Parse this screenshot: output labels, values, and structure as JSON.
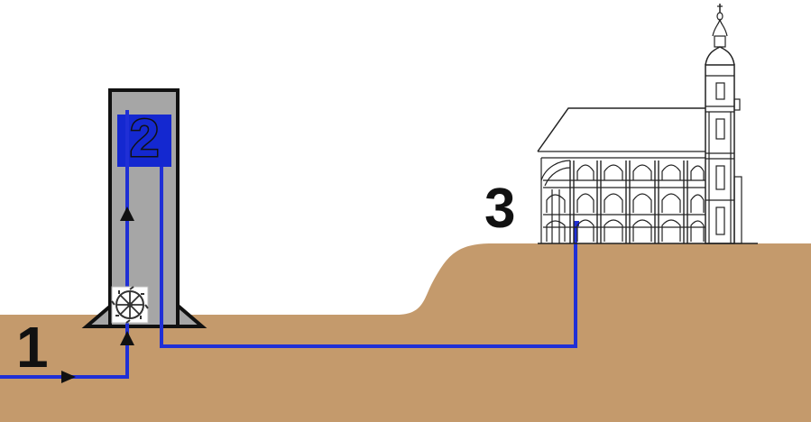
{
  "labels": {
    "stage_1": "1",
    "stage_2": "2",
    "stage_3": "3"
  },
  "colors": {
    "ground": "#c49a6c",
    "tower": "#a6a6a6",
    "outline": "#111111",
    "water": "#1f2fd6",
    "tank": "#1428d0",
    "background": "#ffffff"
  },
  "icons": {
    "pump": "water-wheel-icon",
    "flow_arrow": "flow-arrow-icon",
    "building": "church-icon"
  }
}
